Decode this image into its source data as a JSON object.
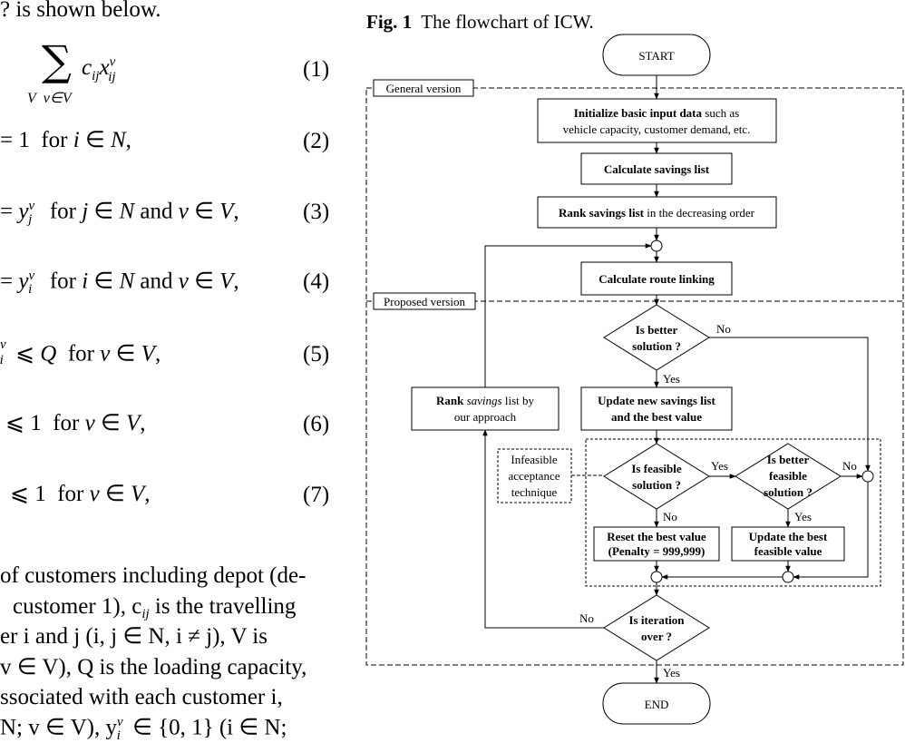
{
  "text_column": {
    "intro_fragment": "? is shown below.",
    "eq1": {
      "number": "(1)"
    },
    "eq2": {
      "rhs": "= 1  for i ∈ N,",
      "number": "(2)"
    },
    "eq3": {
      "rhs": "= y",
      "cond": "for j ∈ N and v ∈ V,",
      "number": "(3)"
    },
    "eq4": {
      "rhs": "= y",
      "cond": "for i ∈ N and v ∈ V,",
      "number": "(4)"
    },
    "eq5": {
      "rhs": "⩽ Q  for v ∈ V,",
      "number": "(5)"
    },
    "eq6": {
      "rhs": "⩽ 1  for v ∈ V,",
      "number": "(6)"
    },
    "eq7": {
      "rhs": "⩽ 1  for v ∈ V,",
      "number": "(7)"
    },
    "para": [
      "of customers including depot (de-",
      "customer 1), c",
      "er i and j (i, j ∈ N, i ≠ j), V is",
      "v ∈ V), Q is the loading capacity,",
      "ssociated with each customer i,",
      "N; v ∈ V), y"
    ],
    "para_tail": [
      "is the travelling",
      "∈ {0, 1} (i ∈ N;"
    ]
  },
  "figure": {
    "label": "Fig. 1",
    "title": "The flowchart of ICW."
  },
  "flowchart": {
    "start": "START",
    "end": "END",
    "general_version": "General version",
    "proposed_version": "Proposed version",
    "init_bold": "Initialize basic input data",
    "init_rest": " such as",
    "init_line2": "vehicle capacity, customer demand, etc.",
    "calc_savings": "Calculate savings list",
    "rank_bold": "Rank savings list",
    "rank_rest": " in the decreasing order",
    "calc_route": "Calculate route linking",
    "better_solution": [
      "Is better",
      "solution ?"
    ],
    "update_savings": [
      "Update new savings list",
      "and the best value"
    ],
    "rank_ours": [
      "Rank savings list by",
      "our approach"
    ],
    "infeasible_note": [
      "Infeasible",
      "acceptance",
      "technique"
    ],
    "is_feasible": [
      "Is feasible",
      "solution ?"
    ],
    "better_feasible": [
      "Is better",
      "feasible",
      "solution ?"
    ],
    "reset_best": [
      "Reset the best value",
      "(Penalty = 999,999)"
    ],
    "update_feasible": [
      "Update the best",
      "feasible value"
    ],
    "iteration_over": [
      "Is iteration",
      "over ?"
    ],
    "yes": "Yes",
    "no": "No"
  }
}
